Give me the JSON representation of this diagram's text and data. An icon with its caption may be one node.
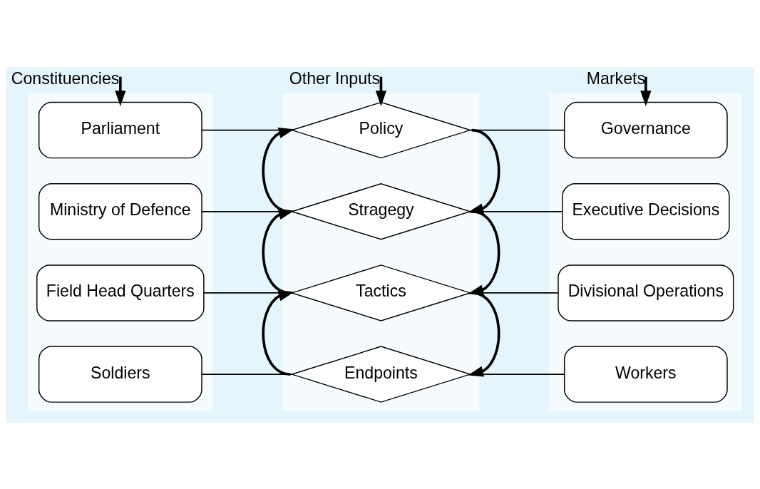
{
  "diagram": {
    "nodes": [
      {
        "text": [],
        "shape": "box"
      },
      {
        "text": [
          "Parliament"
        ],
        "in": 0
      },
      {
        "text": [
          "Ministry of Defence"
        ],
        "in": 0
      },
      {
        "text": [
          "Field Head Quarters"
        ],
        "in": 0
      },
      {
        "text": [
          "Soldiers"
        ],
        "in": 0
      },
      {
        "text": [],
        "shape": "box"
      },
      {
        "text": [
          "Policy"
        ],
        "in": 5
      },
      {
        "text": [
          "Stragegy"
        ],
        "in": 5
      },
      {
        "text": [
          "Tactics"
        ],
        "in": 5
      },
      {
        "text": [
          "Endpoints"
        ],
        "in": 5
      },
      {
        "text": [],
        "shape": "box"
      },
      {
        "text": [
          "Governance"
        ],
        "in": 10
      },
      {
        "text": [
          "Executive Decisions"
        ],
        "in": 10
      },
      {
        "text": [
          "Divisional Operations"
        ],
        "in": 10
      },
      {
        "text": [
          "Workers"
        ],
        "in": 10
      }
    ],
    "edges": [
      {
        "from": null,
        "to": 1,
        "arrow": "to",
        "label": "Constituencies"
      },
      {
        "from": null,
        "to": 6,
        "arrow": "to",
        "label": "Other Inputs"
      },
      {
        "from": null,
        "to": 11,
        "arrow": "to",
        "label": "Markets"
      },
      {
        "from": 1,
        "to": 6,
        "arrow": "none"
      },
      {
        "from": 6,
        "to": 11,
        "arrow": "none"
      },
      {
        "from": 2,
        "to": 7,
        "arrow": "none"
      },
      {
        "from": 7,
        "to": 12,
        "arrow": "none"
      },
      {
        "from": 3,
        "to": 8,
        "arrow": "none"
      },
      {
        "from": 8,
        "to": 13,
        "arrow": "none"
      },
      {
        "from": 4,
        "to": 9,
        "arrow": "none"
      },
      {
        "from": 9,
        "to": 14,
        "arrow": "none"
      },
      {
        "from": 6,
        "to": 7,
        "arrow": "to"
      },
      {
        "from": 7,
        "to": 6,
        "arrow": "to"
      },
      {
        "from": 7,
        "to": 8,
        "arrow": "to"
      },
      {
        "from": 8,
        "to": 7,
        "arrow": "to"
      },
      {
        "from": 8,
        "to": 9,
        "arrow": "to"
      },
      {
        "from": 9,
        "to": 8,
        "arrow": "to"
      }
    ]
  }
}
